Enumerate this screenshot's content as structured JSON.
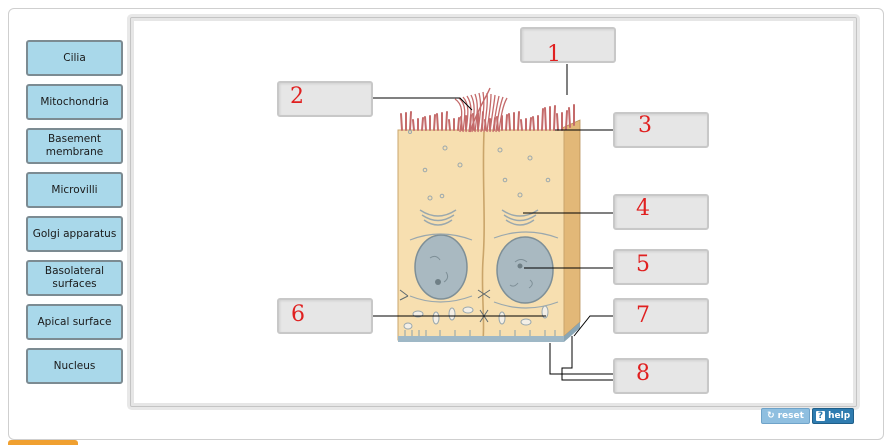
{
  "labels": [
    "Cilia",
    "Mitochondria",
    "Basement\nmembrane",
    "Microvilli",
    "Golgi apparatus",
    "Basolateral\nsurfaces",
    "Apical surface",
    "Nucleus"
  ],
  "targets": [
    "1",
    "2",
    "3",
    "4",
    "5",
    "6",
    "7",
    "8"
  ],
  "toolbar": {
    "reset_label": "reset",
    "help_label": "help"
  },
  "icons": {
    "reset": "refresh-icon",
    "help": "question-icon"
  },
  "colors": {
    "label_bg": "#a9d8ea",
    "number": "#e02020",
    "cytoplasm": "#f7dfb0",
    "nucleus": "#a9b9c1"
  }
}
